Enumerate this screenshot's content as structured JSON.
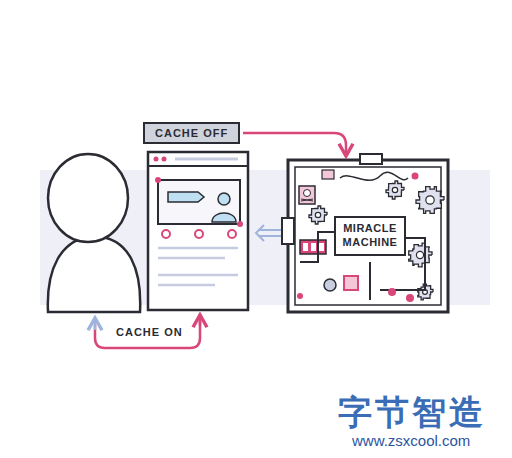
{
  "diagram": {
    "nodes": [
      {
        "text": [
          "CACHE OFF"
        ]
      },
      {
        "text": [
          "MIRACLE MACHINE"
        ]
      }
    ],
    "labels": [
      "CACHE ON",
      "字节智造",
      "www.zsxcool.com"
    ]
  }
}
